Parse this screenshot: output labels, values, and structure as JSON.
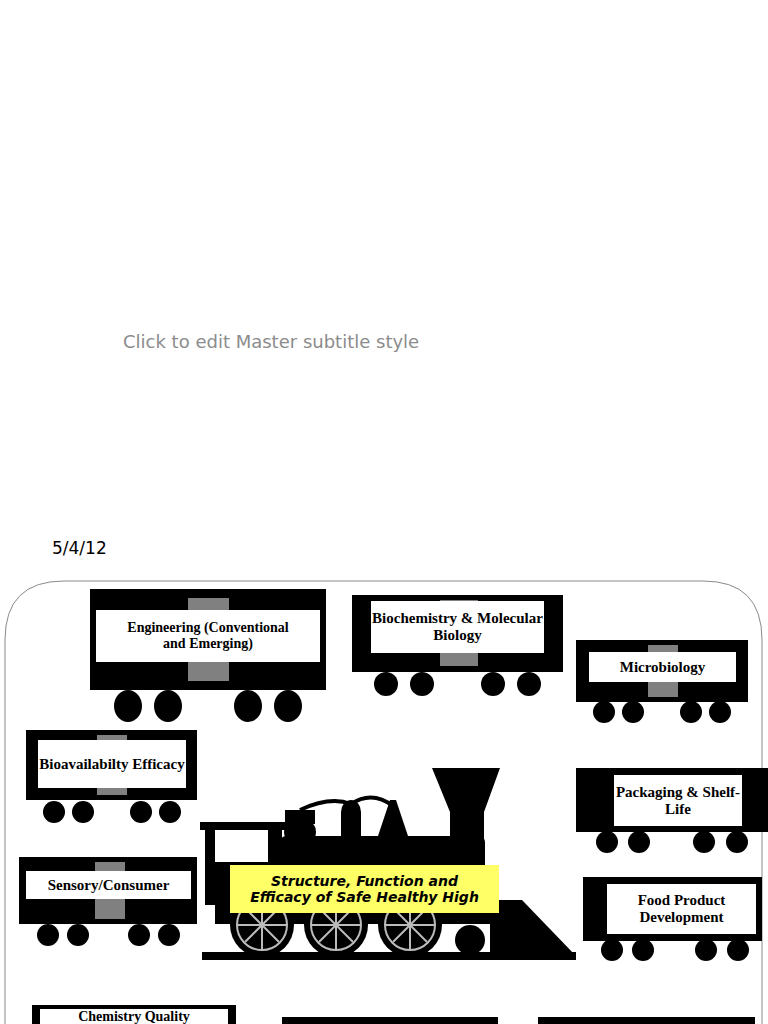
{
  "diagram": {
    "nodes": [
      {
        "text": [
          "Engineering (Conventional and Emerging)"
        ]
      },
      {
        "text": [
          "Biochemistry & Molecular Biology"
        ]
      },
      {
        "text": [
          "Microbiology"
        ]
      },
      {
        "text": [
          "Bioavailabilty Efficacy"
        ]
      },
      {
        "text": [
          "Packaging & Shelf-Life"
        ]
      },
      {
        "text": [
          "Sensory/Consumer"
        ]
      },
      {
        "text": [
          "Structure, Function and Efficacy of Safe Healthy High"
        ]
      },
      {
        "text": [
          "Food Product Development"
        ]
      },
      {
        "text": [
          "Chemistry Quality"
        ]
      }
    ],
    "labels": [
      "Click to edit Master subtitle style",
      "5/4/12"
    ]
  }
}
